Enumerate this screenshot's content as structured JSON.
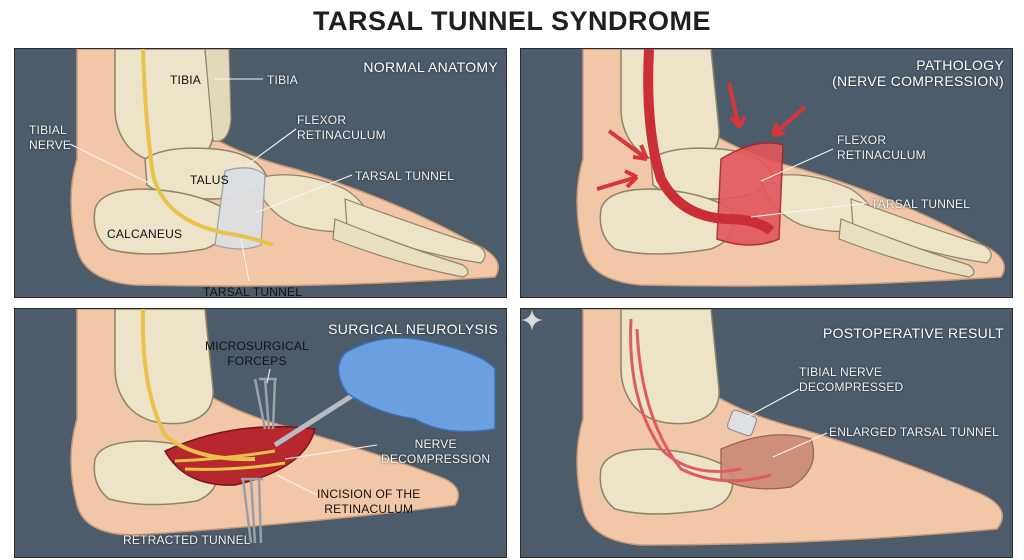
{
  "title": "TARSAL TUNNEL SYNDROME",
  "panels": {
    "normal": {
      "title": "NORMAL ANATOMY",
      "labels": {
        "tibia_bone": "TIBIA",
        "tibia_callout": "TIBIA",
        "tibial_nerve_1": "TIBIAL",
        "tibial_nerve_2": "NERVE",
        "talus": "TALUS",
        "calcaneus": "CALCANEUS",
        "flexor_1": "FLEXOR",
        "flexor_2": "RETINACULUM",
        "tarsal_tunnel": "TARSAL TUNNEL",
        "tarsal_tunnel_bottom": "TARSAL TUNNEL"
      }
    },
    "pathology": {
      "title": "PATHOLOGY",
      "subtitle": "(NERVE COMPRESSION)",
      "labels": {
        "flexor_1": "FLEXOR",
        "flexor_2": "RETINACULUM",
        "tarsal_tunnel": "TARSAL TUNNEL"
      }
    },
    "surgical": {
      "title": "SURGICAL NEUROLYSIS",
      "labels": {
        "forceps_1": "MICROSURGICAL",
        "forceps_2": "FORCEPS",
        "decompression_1": "NERVE",
        "decompression_2": "DECOMPRESSION",
        "incision_1": "INCISION OF THE",
        "incision_2": "RETINACULUM",
        "retracted": "RETRACTED TUNNEL"
      }
    },
    "postop": {
      "title": "POSTOPERATIVE RESULT",
      "labels": {
        "decompressed_1": "TIBIAL NERVE",
        "decompressed_2": "DECOMPRESSED",
        "enlarged": "ENLARGED TARSAL TUNNEL"
      }
    }
  },
  "colors": {
    "panel_bg": "#4d5c6b",
    "skin": "#f2c7a8",
    "bone": "#ece3c8",
    "nerve": "#e8c24a",
    "inflamed": "#d8343a",
    "glove": "#6a9fe0"
  }
}
